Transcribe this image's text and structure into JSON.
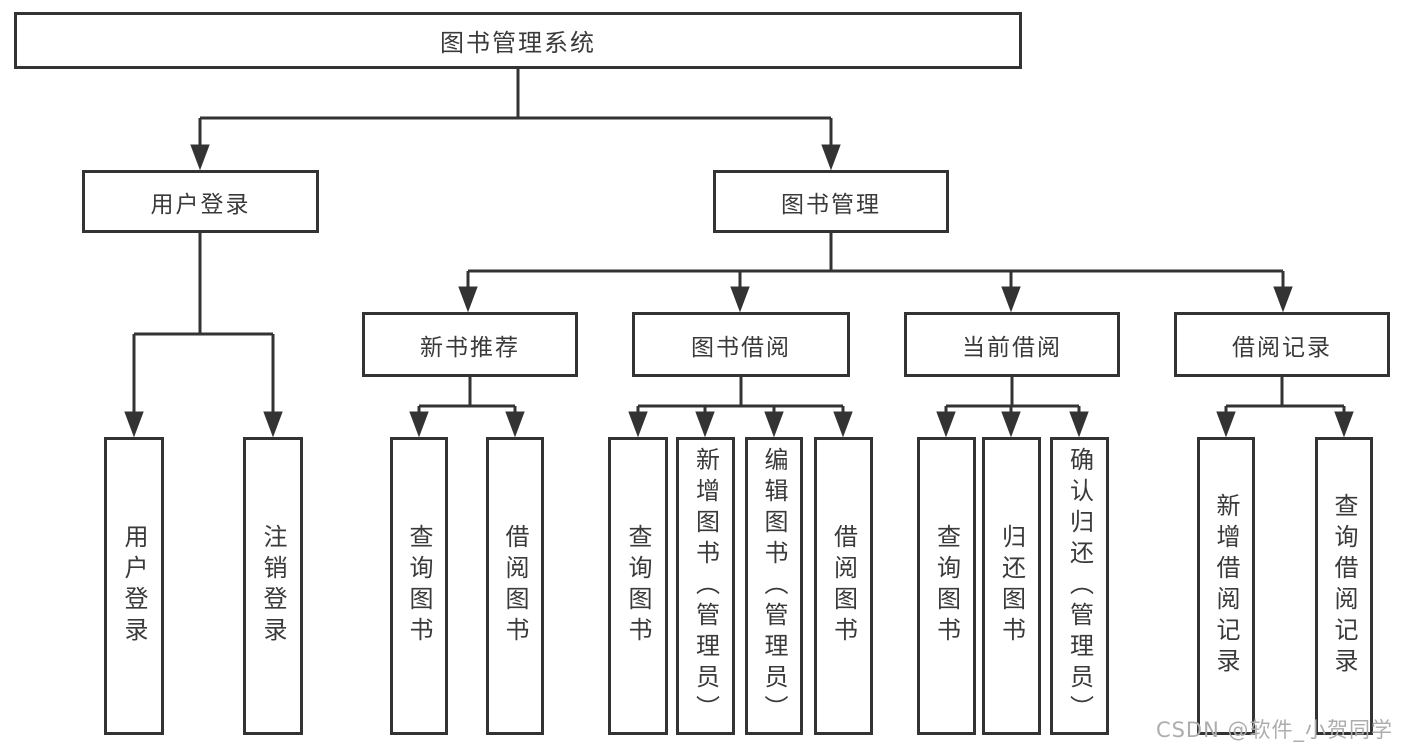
{
  "tree": {
    "root": {
      "label": "图书管理系统"
    },
    "branches": [
      {
        "label": "用户登录",
        "children": [
          {
            "label": "用户登录"
          },
          {
            "label": "注销登录"
          }
        ]
      },
      {
        "label": "图书管理",
        "groups": [
          {
            "label": "新书推荐",
            "children": [
              {
                "label": "查询图书"
              },
              {
                "label": "借阅图书"
              }
            ]
          },
          {
            "label": "图书借阅",
            "children": [
              {
                "label": "查询图书"
              },
              {
                "label": "新增图书（管理员）"
              },
              {
                "label": "编辑图书（管理员）"
              },
              {
                "label": "借阅图书"
              }
            ]
          },
          {
            "label": "当前借阅",
            "children": [
              {
                "label": "查询图书"
              },
              {
                "label": "归还图书"
              },
              {
                "label": "确认归还（管理员）"
              }
            ]
          },
          {
            "label": "借阅记录",
            "children": [
              {
                "label": "新增借阅记录"
              },
              {
                "label": "查询借阅记录"
              }
            ]
          }
        ]
      }
    ]
  },
  "watermark": "CSDN @软件_小贺同学",
  "colors": {
    "line": "#333333",
    "text": "#3a3a3a",
    "watermark": "#adadad",
    "background": "#ffffff"
  }
}
